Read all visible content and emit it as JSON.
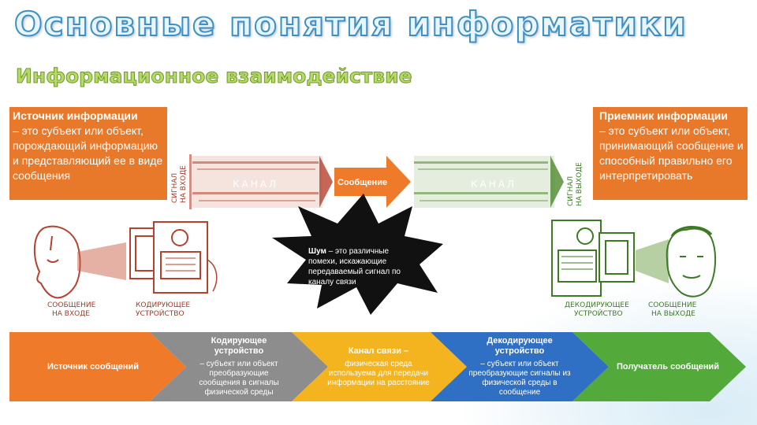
{
  "title": "Основные понятия информатики",
  "subtitle": "Информационное взаимодействие",
  "source": {
    "title": "Источник информации",
    "text": "– это субъект или объект, порождающий информацию и представляющий ее в виде сообщения"
  },
  "receiver": {
    "title": "Приемник информации",
    "text": "– это субъект или объект, принимающий сообщение и способный правильно его интерпретировать"
  },
  "illustration": {
    "signal_in": [
      "СИГНАЛ",
      "НА ВХОДЕ"
    ],
    "signal_out": [
      "СИГНАЛ",
      "НА ВЫХОДЕ"
    ],
    "channel_left": "КАНАЛ",
    "channel_right": "КАНАЛ",
    "message_in": [
      "СООБЩЕНИЕ",
      "НА ВХОДЕ"
    ],
    "message_out": [
      "СООБЩЕНИЕ",
      "НА ВЫХОДЕ"
    ],
    "encoder_device": [
      "КОДИРУЮЩЕЕ",
      "УСТРОЙСТВО"
    ],
    "decoder_device": [
      "ДЕКОДИРУЮЩЕЕ",
      "УСТРОЙСТВО"
    ]
  },
  "message_label": "Сообщение",
  "noise": {
    "term": "Шум",
    "text": " – это различные помехи, искажающие передаваемый сигнал по каналу связи"
  },
  "stages": [
    {
      "title": "Источник сообщений",
      "desc": "",
      "color": "#ee7a2a"
    },
    {
      "title": "Кодирующее устройство",
      "desc": "– субъект или объект преобразующие сообщения в сигналы физической среды",
      "color": "#8d8d8d"
    },
    {
      "title": "Канал связи –",
      "desc": "физическая среда используема для передачи информации на расстояние",
      "color": "#f4b41f"
    },
    {
      "title": "Декодирующее устройство",
      "desc": "– субъект или объект преобразующие сигналы из физической среды в сообщение",
      "color": "#2f6fc4"
    },
    {
      "title": "Получатель сообщений",
      "desc": "",
      "color": "#53a93a"
    }
  ]
}
